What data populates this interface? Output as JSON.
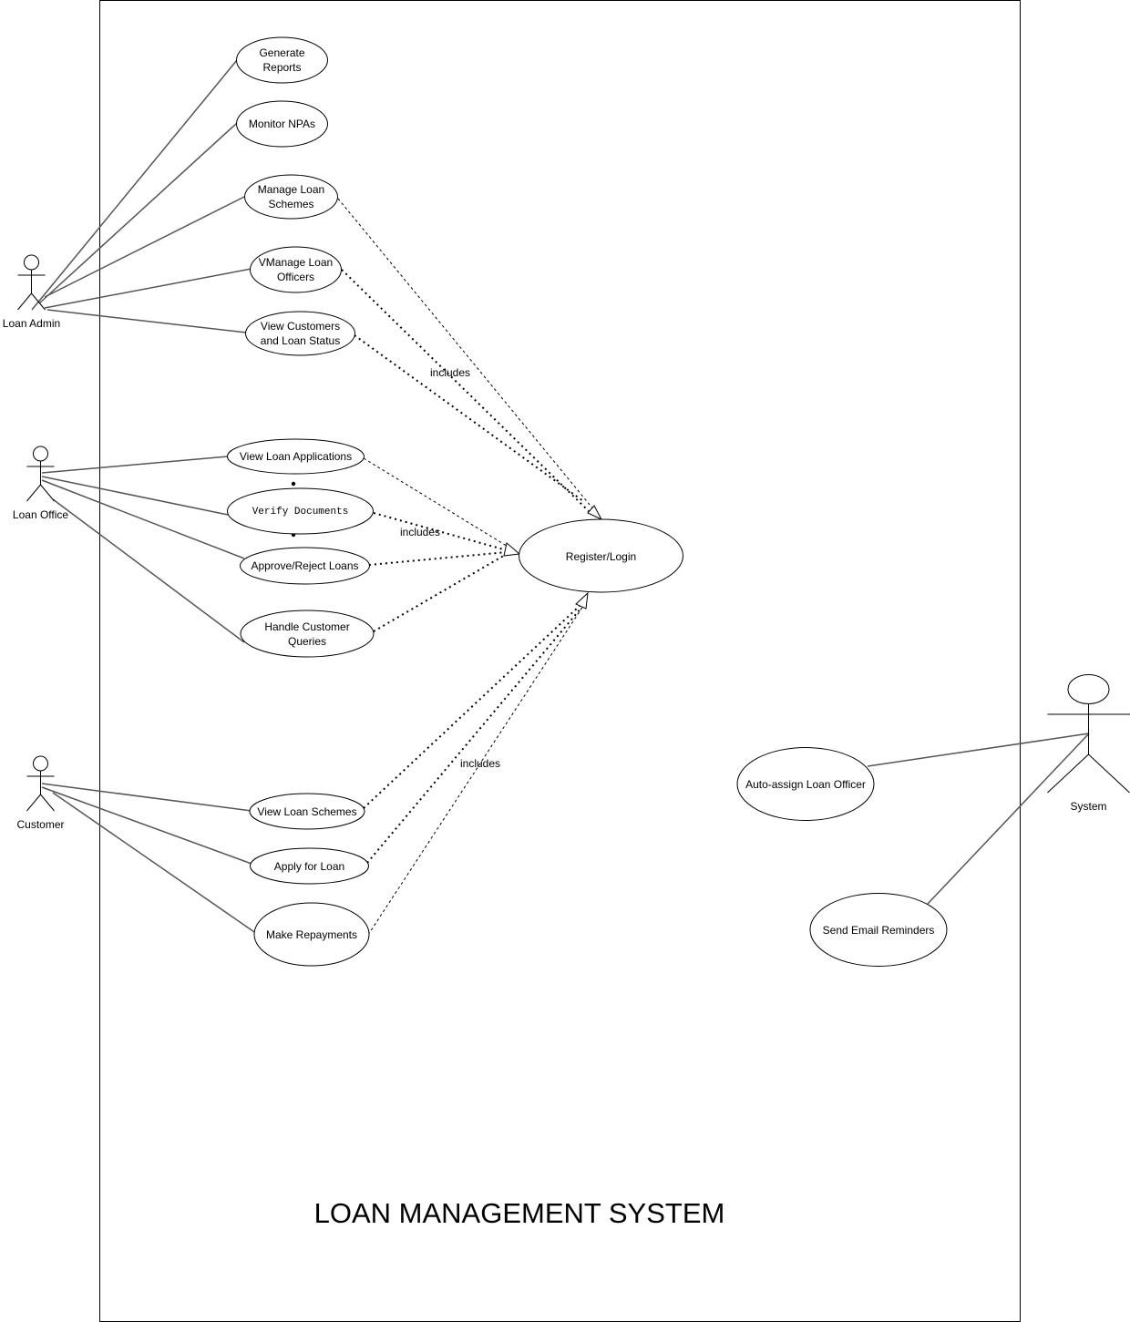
{
  "system": {
    "title": "LOAN MANAGEMENT SYSTEM"
  },
  "actors": {
    "loan_admin": "Loan Admin",
    "loan_office": "Loan Office",
    "customer": "Customer",
    "system": "System"
  },
  "use_cases": {
    "generate_reports": [
      "Generate",
      "Reports"
    ],
    "monitor_npas": [
      "Monitor NPAs"
    ],
    "manage_loan_schemes": [
      "Manage Loan",
      "Schemes"
    ],
    "manage_loan_officers": [
      "VManage Loan",
      "Officers"
    ],
    "view_customers_loan_status": [
      "View Customers",
      "and Loan Status"
    ],
    "view_loan_applications": [
      "View Loan Applications"
    ],
    "verify_documents": [
      "Verify Documents"
    ],
    "approve_reject_loans": [
      "Approve/Reject Loans"
    ],
    "handle_customer_queries": [
      "Handle Customer",
      "Queries"
    ],
    "view_loan_schemes": [
      "View Loan Schemes"
    ],
    "apply_for_loan": [
      "Apply for Loan"
    ],
    "make_repayments": [
      "Make Repayments"
    ],
    "register_login": [
      "Register/Login"
    ],
    "auto_assign_loan_officer": [
      "Auto-assign Loan Officer"
    ],
    "send_email_reminders": [
      "Send Email Reminders"
    ]
  },
  "relationship_labels": {
    "admin_includes": "includes",
    "office_includes": "includes",
    "customer_includes": "includes"
  }
}
